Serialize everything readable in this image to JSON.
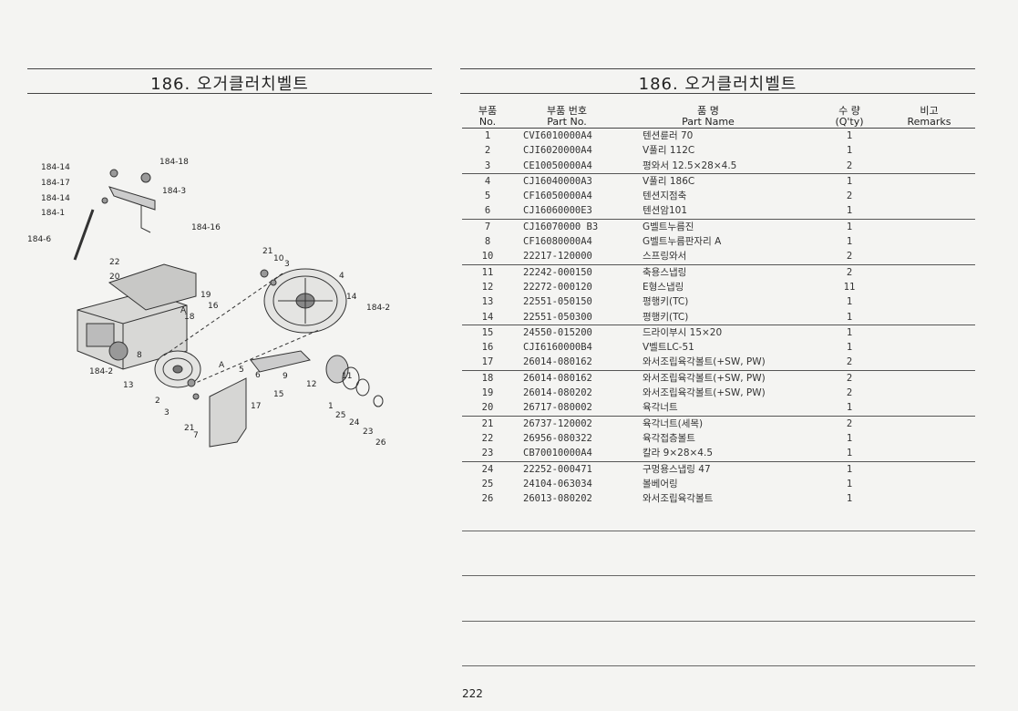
{
  "left_title": "186. 오거클러치벨트",
  "right_title": "186. 오거클러치벨트",
  "headers": {
    "no_ko": "부품",
    "no_en": "No.",
    "part_ko": "부품 번호",
    "part_en": "Part No.",
    "name_ko": "품 명",
    "name_en": "Part Name",
    "qty_ko": "수 량",
    "qty_en": "(Q'ty)",
    "remarks_ko": "비고",
    "remarks_en": "Remarks"
  },
  "diagram_labels": [
    "184-14",
    "184-17",
    "184-14",
    "184-1",
    "184-6",
    "184-18",
    "184-3",
    "184-16",
    "184-2",
    "184-2",
    "22",
    "20",
    "19",
    "21",
    "10",
    "3",
    "4",
    "14",
    "18",
    "8",
    "13",
    "2",
    "3",
    "21",
    "7",
    "5",
    "6",
    "9",
    "12",
    "11",
    "15",
    "17",
    "1",
    "25",
    "24",
    "23",
    "26",
    "16",
    "A",
    "A"
  ],
  "rows": [
    {
      "no": "1",
      "part": "CVI6010000A4",
      "name": "텐션륜러 70",
      "qty": "1"
    },
    {
      "no": "2",
      "part": "CJI6020000A4",
      "name": "V풀리 112C",
      "qty": "1"
    },
    {
      "no": "3",
      "part": "CE10050000A4",
      "name": "평와서 12.5×28×4.5",
      "qty": "2"
    },
    {
      "no": "4",
      "part": "CJ16040000A3",
      "name": "V풀리 186C",
      "qty": "1"
    },
    {
      "no": "5",
      "part": "CF16050000A4",
      "name": "텐션지점축",
      "qty": "2"
    },
    {
      "no": "6",
      "part": "CJ16060000E3",
      "name": "텐션암101",
      "qty": "1"
    },
    {
      "no": "7",
      "part": "CJ16070000 B3",
      "name": "G벨트누름진",
      "qty": "1"
    },
    {
      "no": "8",
      "part": "CF16080000A4",
      "name": "G벨트누름판자리 A",
      "qty": "1"
    },
    {
      "no": "10",
      "part": "22217-120000",
      "name": "스프링와서",
      "qty": "2"
    },
    {
      "no": "11",
      "part": "22242-000150",
      "name": "축용스냅링",
      "qty": "2"
    },
    {
      "no": "12",
      "part": "22272-000120",
      "name": "E형스냅링",
      "qty": "11"
    },
    {
      "no": "13",
      "part": "22551-050150",
      "name": "평행키(TC)",
      "qty": "1"
    },
    {
      "no": "14",
      "part": "22551-050300",
      "name": "평행키(TC)",
      "qty": "1"
    },
    {
      "no": "15",
      "part": "24550-015200",
      "name": "드라이부시 15×20",
      "qty": "1"
    },
    {
      "no": "16",
      "part": "CJI6160000B4",
      "name": "V벨트LC-51",
      "qty": "1"
    },
    {
      "no": "17",
      "part": "26014-080162",
      "name": "와서조립육각볼트(+SW, PW)",
      "qty": "2"
    },
    {
      "no": "18",
      "part": "26014-080162",
      "name": "와서조립육각볼트(+SW, PW)",
      "qty": "2"
    },
    {
      "no": "19",
      "part": "26014-080202",
      "name": "와서조립육각볼트(+SW, PW)",
      "qty": "2"
    },
    {
      "no": "20",
      "part": "26717-080002",
      "name": "육각너트",
      "qty": "1"
    },
    {
      "no": "21",
      "part": "26737-120002",
      "name": "육각너트(세목)",
      "qty": "2"
    },
    {
      "no": "22",
      "part": "26956-080322",
      "name": "육각접층볼트",
      "qty": "1"
    },
    {
      "no": "23",
      "part": "CB70010000A4",
      "name": "칼라 9×28×4.5",
      "qty": "1"
    },
    {
      "no": "24",
      "part": "22252-000471",
      "name": "구멍용스냅링 47",
      "qty": "1"
    },
    {
      "no": "25",
      "part": "24104-063034",
      "name": "볼베어링",
      "qty": "1"
    },
    {
      "no": "26",
      "part": "26013-080202",
      "name": "와서조립육각볼트",
      "qty": "1"
    }
  ],
  "page_number": "222"
}
